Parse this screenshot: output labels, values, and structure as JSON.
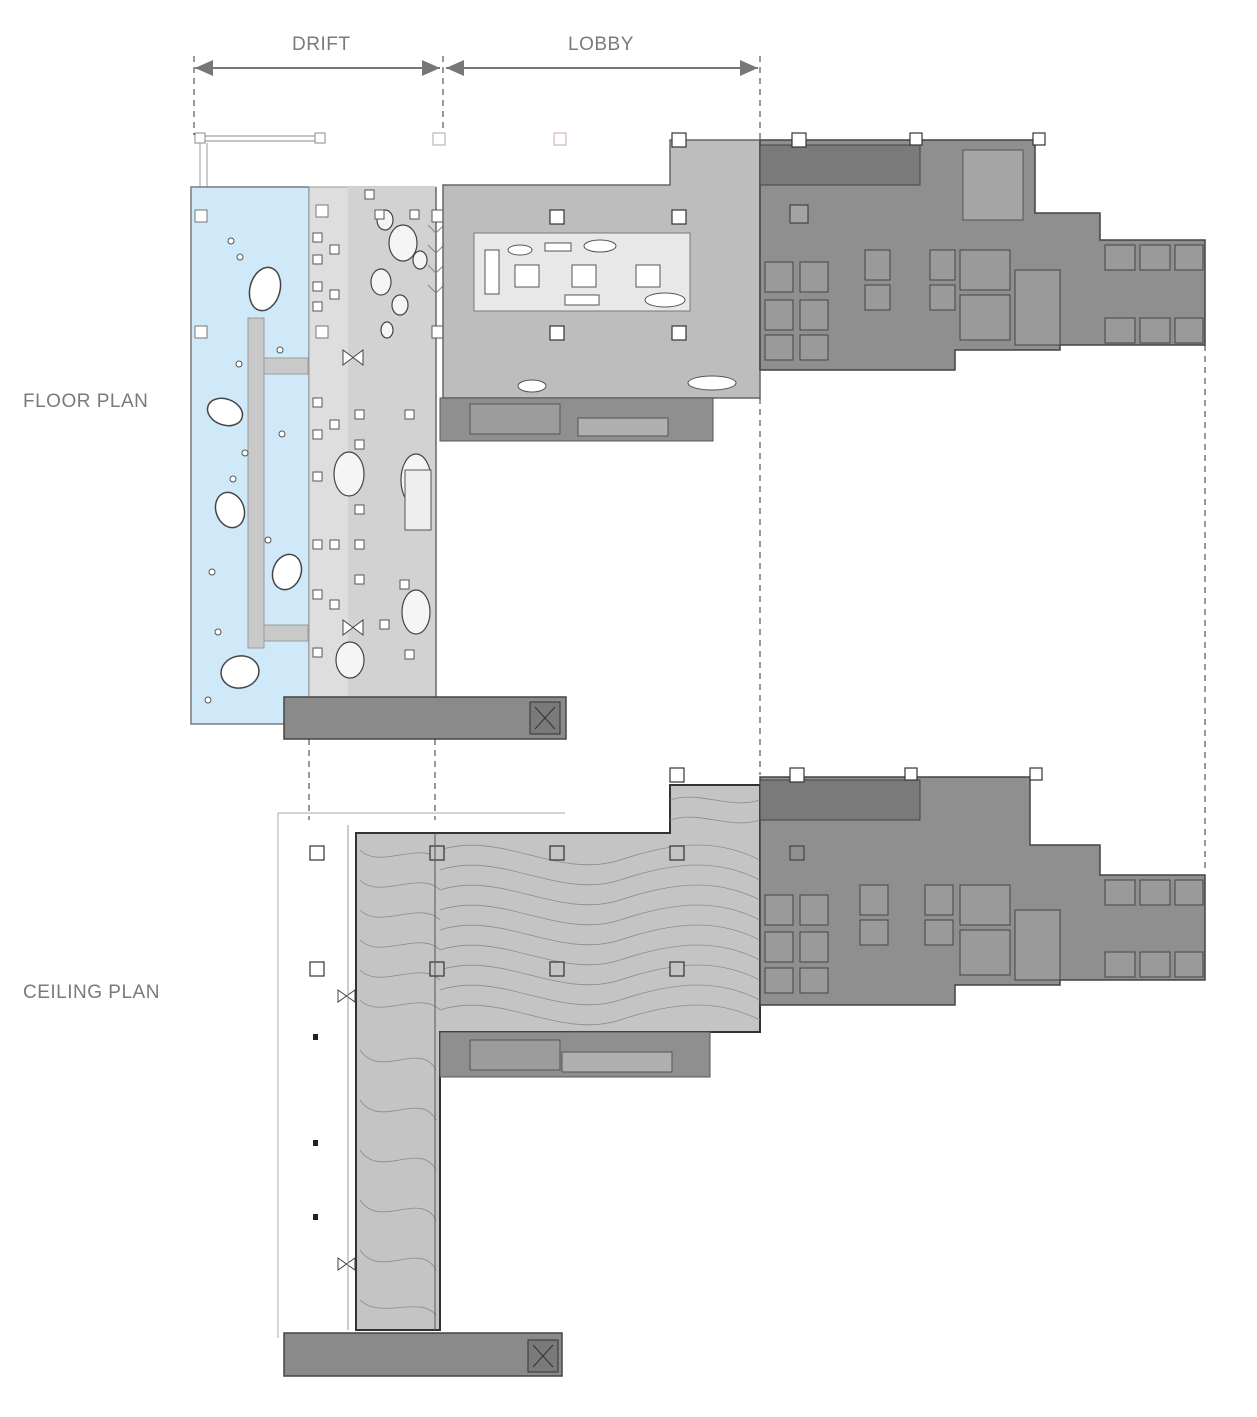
{
  "labels": {
    "drift": "DRIFT",
    "lobby": "LOBBY",
    "floor_plan": "FLOOR PLAN",
    "ceiling_plan": "CEILING PLAN"
  },
  "colors": {
    "pool": "#cfe9f8",
    "drift_floor": "#d6d6d6",
    "lobby_floor": "#bdbdbd",
    "service": "#8f8f8f",
    "dark_service": "#6f6f6f",
    "ceiling_wave": "#b7b7b7",
    "line": "#555555",
    "dim": "#777777"
  },
  "icons": {
    "column": "square-column-icon",
    "furniture": "round-table-icon",
    "dimension": "double-arrow-icon"
  }
}
